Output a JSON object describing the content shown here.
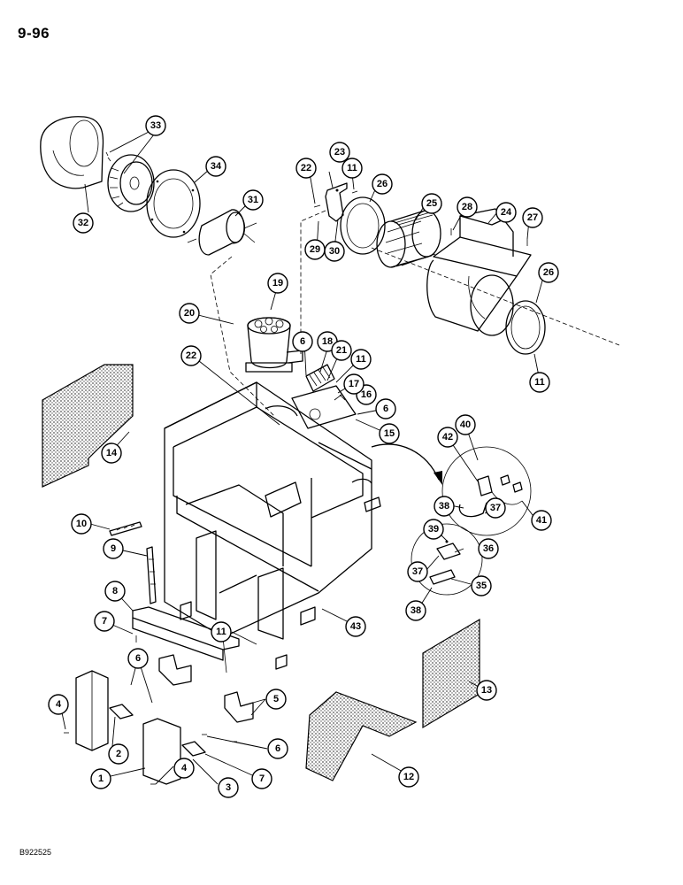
{
  "page": {
    "number": "9-96",
    "figure_code": "B922525"
  },
  "callouts": [
    "1",
    "2",
    "3",
    "4",
    "4",
    "5",
    "6",
    "6",
    "6",
    "6",
    "7",
    "7",
    "8",
    "9",
    "10",
    "11",
    "11",
    "11",
    "11",
    "12",
    "13",
    "14",
    "15",
    "16",
    "17",
    "18",
    "19",
    "20",
    "21",
    "22",
    "22",
    "23",
    "24",
    "25",
    "26",
    "26",
    "27",
    "28",
    "29",
    "30",
    "31",
    "32",
    "33",
    "34",
    "35",
    "36",
    "37",
    "37",
    "38",
    "38",
    "39",
    "40",
    "41",
    "42",
    "43"
  ],
  "colors": {
    "ink": "#000000",
    "paper": "#ffffff",
    "stipple": "#555555"
  }
}
